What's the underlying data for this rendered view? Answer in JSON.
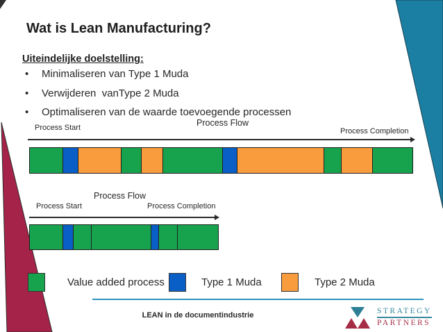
{
  "slide": {
    "title": "Wat is Lean Manufacturing?",
    "subtitle": "Uiteindelijke doelstelling:",
    "bullet_glyph": "•",
    "bullets": [
      "Minimaliseren van Type 1 Muda",
      "Verwijderen  vanType 2 Muda",
      "Optimaliseren van de waarde toevoegende processen"
    ]
  },
  "diagrams": [
    {
      "name": "process-with-muda",
      "labels": {
        "start": "Process Start",
        "flow": "Process Flow",
        "completion": "Process Completion"
      },
      "total_width": 553,
      "segments": [
        {
          "type": "value",
          "w": 48
        },
        {
          "type": "type1",
          "w": 21
        },
        {
          "type": "type2",
          "w": 63
        },
        {
          "type": "value",
          "w": 28
        },
        {
          "type": "type2",
          "w": 31
        },
        {
          "type": "value",
          "w": 87
        },
        {
          "type": "type1",
          "w": 20
        },
        {
          "type": "type2",
          "w": 127
        },
        {
          "type": "value",
          "w": 25
        },
        {
          "type": "type2",
          "w": 45
        },
        {
          "type": "value",
          "w": 58
        }
      ]
    },
    {
      "name": "process-optimized",
      "labels": {
        "start": "Process Start",
        "flow": "Process Flow",
        "completion": "Process Completion"
      },
      "total_width": 273,
      "segments": [
        {
          "type": "value",
          "w": 48
        },
        {
          "type": "type1",
          "w": 15
        },
        {
          "type": "value",
          "w": 26
        },
        {
          "type": "value",
          "w": 87
        },
        {
          "type": "type1",
          "w": 10
        },
        {
          "type": "value",
          "w": 27
        },
        {
          "type": "value",
          "w": 60
        }
      ]
    }
  ],
  "legend": {
    "items": [
      {
        "type": "value",
        "label": "Value added process"
      },
      {
        "type": "type1",
        "label": "Type 1 Muda"
      },
      {
        "type": "type2",
        "label": "Type 2 Muda"
      }
    ]
  },
  "footer": {
    "text": "LEAN in de documentindustrie"
  },
  "logo": {
    "line1": "STRATEGY",
    "line2": "PARTNERS"
  },
  "colors": {
    "value": "#17a34e",
    "type1": "#0a5fc7",
    "type2": "#f99c3d",
    "wedge_red": "#a52348",
    "wedge_teal": "#1b7fa4",
    "accent_line": "#2b94be",
    "logo_teal": "#35889e",
    "logo_red": "#a43148"
  }
}
